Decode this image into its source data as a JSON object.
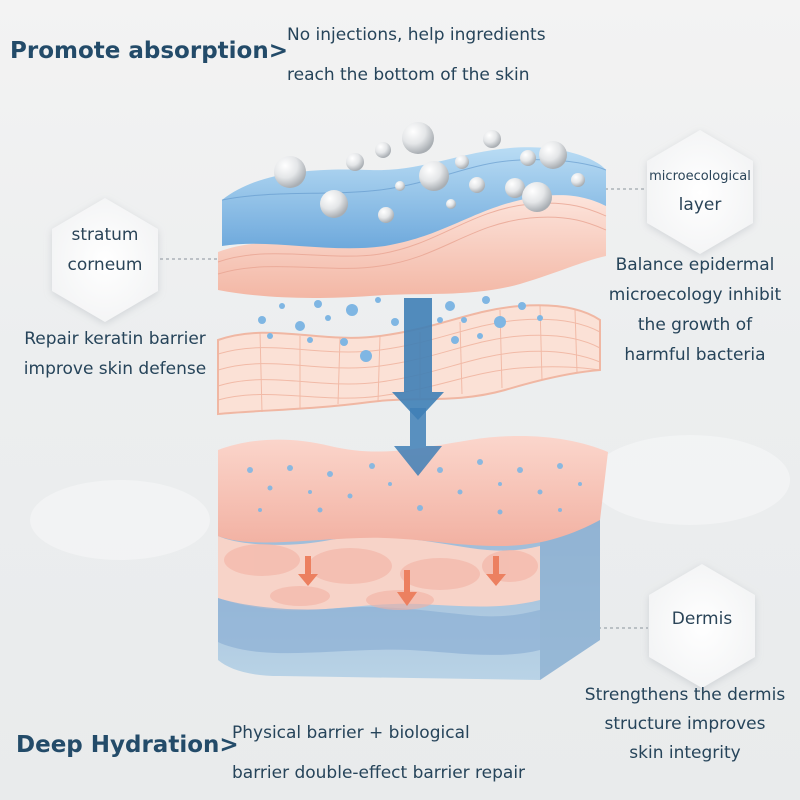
{
  "colors": {
    "heading": "#234b69",
    "text": "#26445a",
    "arrow_blue": "#3f7fb6",
    "arrow_orange": "#ec8060",
    "skin_pink": "#f6c6b8",
    "water_blue": "#8fc0e6"
  },
  "top": {
    "heading": "Promote absorption>",
    "desc_line1": "No injections, help ingredients",
    "desc_line2": "reach the bottom of the skin"
  },
  "labels": {
    "microecological": {
      "line1": "microecological",
      "line2": "layer"
    },
    "stratum": {
      "line1": "stratum",
      "line2": "corneum"
    },
    "dermis": {
      "line1": "Dermis"
    }
  },
  "descriptions": {
    "balance": [
      "Balance epidermal",
      "microecology inhibit",
      "the growth of",
      "harmful bacteria"
    ],
    "repair": [
      "Repair keratin barrier",
      "improve skin defense"
    ],
    "strengthen": [
      "Strengthens the dermis",
      "structure improves",
      "skin integrity"
    ]
  },
  "bottom": {
    "heading": "Deep Hydration>",
    "desc_line1": "Physical barrier + biological",
    "desc_line2": "barrier double-effect barrier repair"
  }
}
